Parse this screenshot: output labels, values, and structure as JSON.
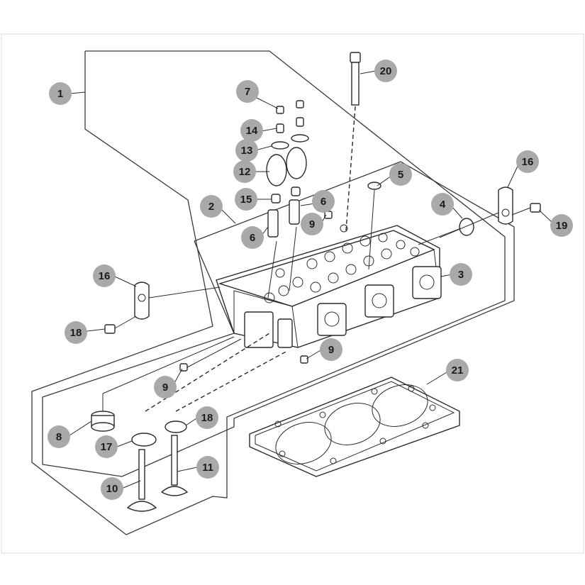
{
  "diagram": {
    "callouts": [
      {
        "id": "c1",
        "label": "1"
      },
      {
        "id": "c2",
        "label": "2"
      },
      {
        "id": "c3",
        "label": "3"
      },
      {
        "id": "c4",
        "label": "4"
      },
      {
        "id": "c5",
        "label": "5"
      },
      {
        "id": "c6a",
        "label": "6"
      },
      {
        "id": "c6b",
        "label": "6"
      },
      {
        "id": "c7",
        "label": "7"
      },
      {
        "id": "c8",
        "label": "8"
      },
      {
        "id": "c9a",
        "label": "9"
      },
      {
        "id": "c9b",
        "label": "9"
      },
      {
        "id": "c9c",
        "label": "9"
      },
      {
        "id": "c10",
        "label": "10"
      },
      {
        "id": "c11",
        "label": "11"
      },
      {
        "id": "c12",
        "label": "12"
      },
      {
        "id": "c13",
        "label": "13"
      },
      {
        "id": "c14",
        "label": "14"
      },
      {
        "id": "c15",
        "label": "15"
      },
      {
        "id": "c16a",
        "label": "16"
      },
      {
        "id": "c16b",
        "label": "16"
      },
      {
        "id": "c17",
        "label": "17"
      },
      {
        "id": "c18a",
        "label": "18"
      },
      {
        "id": "c18b",
        "label": "18"
      },
      {
        "id": "c19",
        "label": "19"
      },
      {
        "id": "c20",
        "label": "20"
      },
      {
        "id": "c21",
        "label": "21"
      }
    ]
  },
  "colors": {
    "callout_fill": "#a9a9a9",
    "line": "#2a2a2a",
    "background": "#ffffff"
  }
}
